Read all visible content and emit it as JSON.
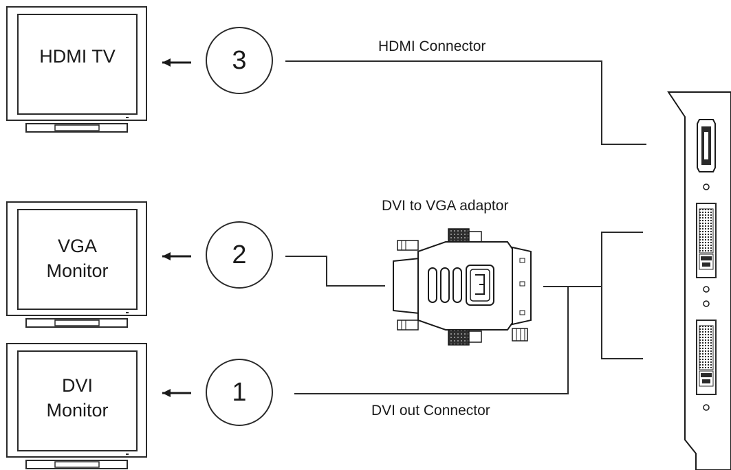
{
  "labels": {
    "hdmi_connector": "HDMI Connector",
    "dvi_vga_adaptor": "DVI to VGA adaptor",
    "dvi_out_connector": "DVI out Connector"
  },
  "displays": [
    {
      "id": "hdmi-tv",
      "line1": "HDMI TV",
      "line2": ""
    },
    {
      "id": "vga-monitor",
      "line1": "VGA",
      "line2": "Monitor"
    },
    {
      "id": "dvi-monitor",
      "line1": "DVI",
      "line2": "Monitor"
    }
  ],
  "steps": [
    "3",
    "2",
    "1"
  ],
  "colors": {
    "line": "#2a2a2a",
    "fill_dark": "#333333",
    "background": "#ffffff"
  }
}
